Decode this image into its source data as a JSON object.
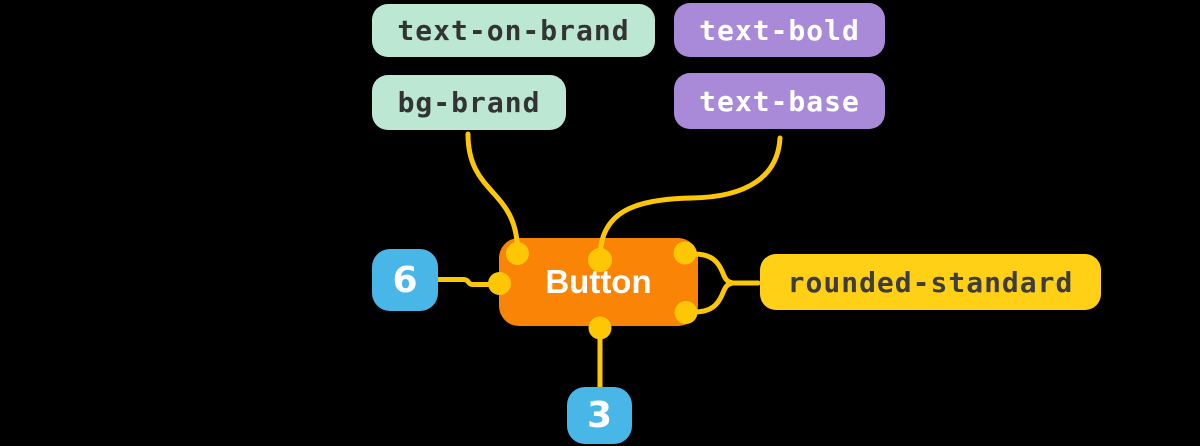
{
  "diagram": {
    "title": "button-design-tokens-diagram",
    "background_color": "#000000",
    "button": {
      "label": "Button",
      "fill": "#f98405",
      "text_color": "#ffffff"
    },
    "tokens": {
      "text_on_brand": {
        "label": "text-on-brand",
        "fill": "#bce7d2",
        "text_color": "#333333"
      },
      "text_bold": {
        "label": "text-bold",
        "fill": "#a98ad8",
        "text_color": "#ffffff"
      },
      "bg_brand": {
        "label": "bg-brand",
        "fill": "#bce7d2",
        "text_color": "#333333"
      },
      "text_base": {
        "label": "text-base",
        "fill": "#a98ad8",
        "text_color": "#ffffff"
      },
      "rounded_standard": {
        "label": "rounded-standard",
        "fill": "#ffd015",
        "text_color": "#3d3d3d"
      },
      "spacing_left": {
        "label": "6",
        "fill": "#49b6e8",
        "text_color": "#ffffff"
      },
      "spacing_bottom": {
        "label": "3",
        "fill": "#49b6e8",
        "text_color": "#ffffff"
      }
    },
    "connector_color": "#fdc705",
    "connections": [
      "bg-brand -> button top-left dot",
      "text-base -> button top-center dot",
      "6 -> button left-middle dot",
      "3 -> button bottom-center dot",
      "rounded-standard -> brace -> button top-right and bottom-right dots"
    ]
  }
}
